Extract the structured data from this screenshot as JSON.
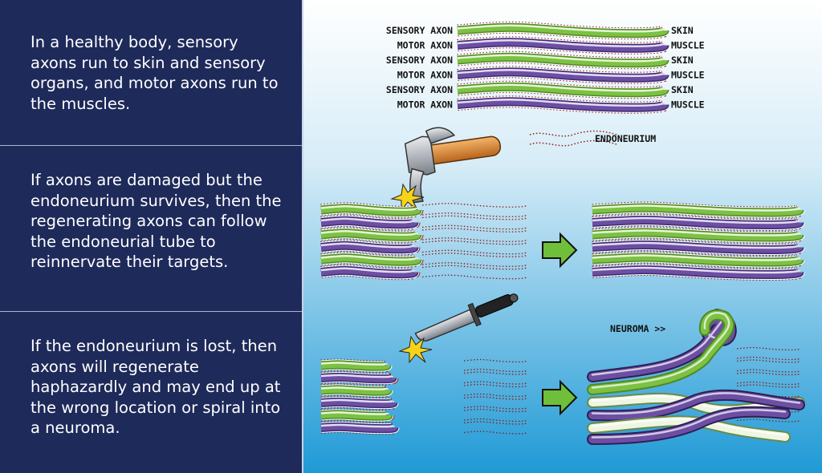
{
  "left_panels": [
    {
      "text": "In a healthy body, sensory axons run to skin and sensory organs, and motor axons run to the muscles."
    },
    {
      "text": "If axons are damaged but the endoneurium survives, then the regenerating axons can follow the endoneurial tube to reinnervate their targets."
    },
    {
      "text": "If the endoneurium is lost, then axons will regenerate haphazardly and may end up at the wrong location or spiral into a neuroma."
    }
  ],
  "diagram": {
    "healthy_rows": [
      {
        "origin": "SENSORY AXON",
        "target": "SKIN",
        "type": "sensory"
      },
      {
        "origin": "MOTOR AXON",
        "target": "MUSCLE",
        "type": "motor"
      },
      {
        "origin": "SENSORY AXON",
        "target": "SKIN",
        "type": "sensory"
      },
      {
        "origin": "MOTOR AXON",
        "target": "MUSCLE",
        "type": "motor"
      },
      {
        "origin": "SENSORY AXON",
        "target": "SKIN",
        "type": "sensory"
      },
      {
        "origin": "MOTOR AXON",
        "target": "MUSCLE",
        "type": "motor"
      }
    ],
    "endoneurium_label": "ENDONEURIUM",
    "neuroma_label": "NEUROMA >>",
    "tools": {
      "crush": "hammer-icon",
      "cut": "knife-icon"
    },
    "colors": {
      "sensory": "#7cc143",
      "motor": "#6c4fa3",
      "background_top": "#ffffff",
      "background_bottom": "#1f9ad6",
      "left_panel": "#1e2a5a",
      "arrow": "#6fbf3b",
      "endoneurium": "#8b1a1a"
    }
  }
}
